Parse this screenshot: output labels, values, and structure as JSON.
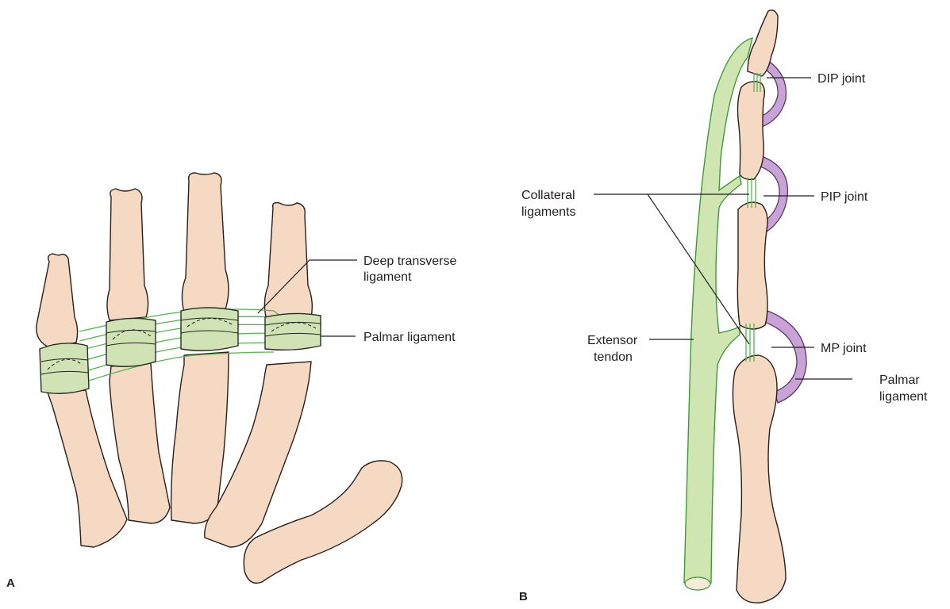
{
  "panels": {
    "a": "A",
    "b": "B"
  },
  "labels_a": {
    "deep_transverse_line1": "Deep transverse",
    "deep_transverse_line2": "ligament",
    "palmar_ligament": "Palmar ligament"
  },
  "labels_b": {
    "dip_joint": "DIP joint",
    "pip_joint": "PIP joint",
    "collateral_line1": "Collateral",
    "collateral_line2": "ligaments",
    "mp_joint": "MP joint",
    "palmar_line1": "Palmar",
    "palmar_line2": "ligament",
    "extensor_line1": "Extensor",
    "extensor_line2": "tendon"
  },
  "colors": {
    "bone": "#f5d9c2",
    "ligament_green": "#4fb848",
    "capsule_green": "#cfe3b4",
    "palmar_purple": "#c9a3d6"
  }
}
